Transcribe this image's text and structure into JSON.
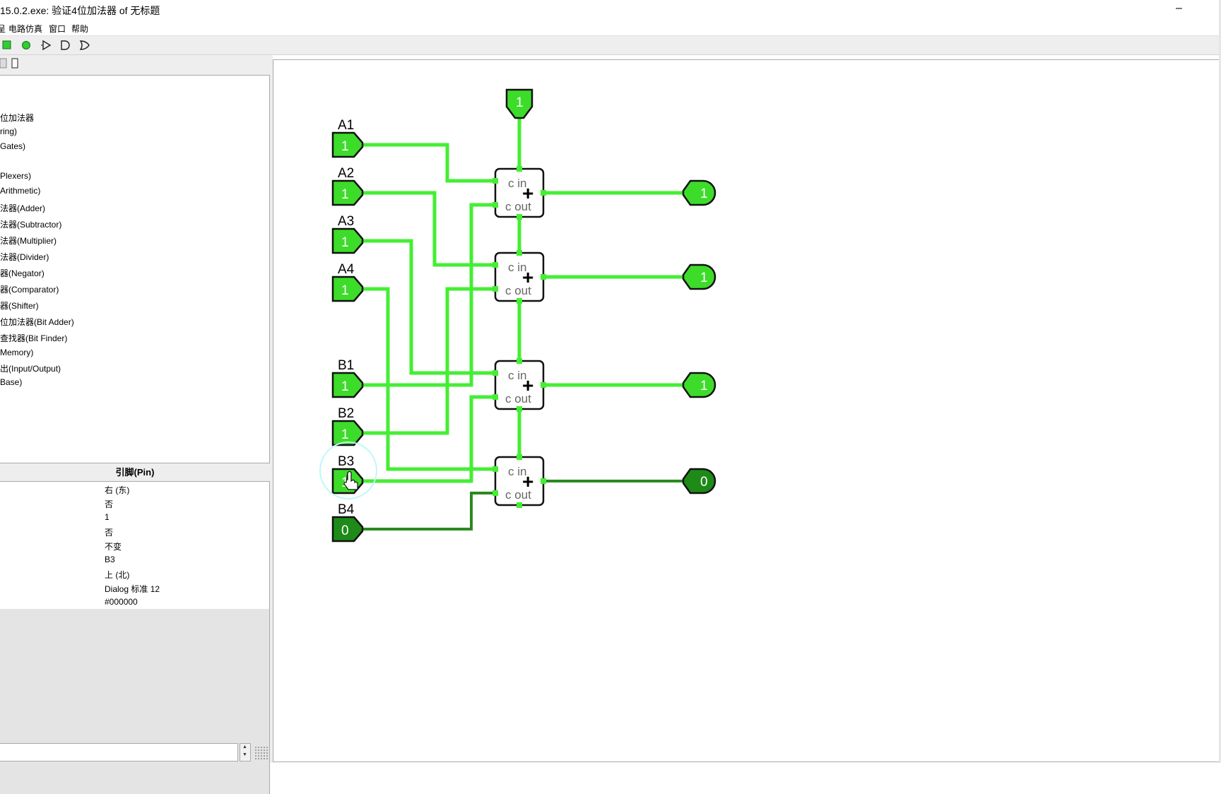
{
  "window": {
    "title": "15.0.2.exe: 验证4位加法器 of 无标题",
    "minimize_glyph": "–"
  },
  "menu": [
    "呈",
    "电路仿真",
    "窗口",
    "帮助"
  ],
  "toolbar": {
    "icons": [
      "green-square-icon",
      "green-circle-icon",
      "play-triangle-icon",
      "and-gate-icon",
      "or-gate-icon"
    ]
  },
  "tree": {
    "items": [
      "位加法器",
      "ring)",
      "Gates)",
      "Plexers)",
      "Arithmetic)",
      "法器(Adder)",
      "法器(Subtractor)",
      "法器(Multiplier)",
      "法器(Divider)",
      "器(Negator)",
      "器(Comparator)",
      "器(Shifter)",
      "位加法器(Bit Adder)",
      "查找器(Bit Finder)",
      "Memory)",
      "出(Input/Output)",
      "Base)"
    ]
  },
  "attributes": {
    "header": "引脚(Pin)",
    "values": [
      "右 (东)",
      "否",
      "1",
      "否",
      "不变",
      "B3",
      "上 (北)",
      "Dialog 标准 12",
      "#000000"
    ]
  },
  "circuit": {
    "input_labels": [
      "A1",
      "A2",
      "A3",
      "A4",
      "B1",
      "B2",
      "B3",
      "B4"
    ],
    "input_values": [
      "1",
      "1",
      "1",
      "1",
      "1",
      "1",
      "1",
      "0"
    ],
    "carry_in_value": "1",
    "adder_cin_label": "c in",
    "adder_cout_label": "c out",
    "adder_symbol": "+",
    "output_values": [
      "1",
      "1",
      "1",
      "0"
    ],
    "colors": {
      "wire_on": "#44ee33",
      "wire_off": "#2a8a1f",
      "pin_on": "#3ddc2a",
      "pin_off": "#1e8a18"
    }
  }
}
